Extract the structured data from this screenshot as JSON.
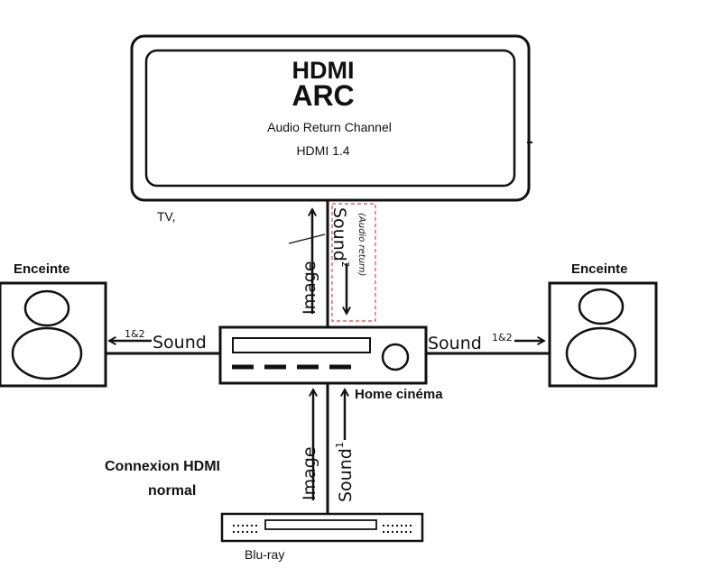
{
  "tv": {
    "title_line1": "HDMI",
    "title_line2": "ARC",
    "subtitle": "Audio Return Channel",
    "version": "HDMI 1.4",
    "label": "TV,"
  },
  "links": {
    "tv_image": "Image",
    "tv_sound": "Sound",
    "tv_sound_sup": "2",
    "audio_return": "(Audio return)",
    "left_sound": "Sound",
    "left_sup": "1&2",
    "right_sound": "Sound",
    "right_sup": "1&2",
    "bluray_image": "Image",
    "bluray_sound": "Sound",
    "bluray_sound_sup": "1"
  },
  "labels": {
    "speaker_left": "Enceinte",
    "speaker_right": "Enceinte",
    "home_cinema": "Home cinéma",
    "normal_line1": "Connexion HDMI",
    "normal_line2": "normal",
    "bluray": "Blu-ray"
  }
}
